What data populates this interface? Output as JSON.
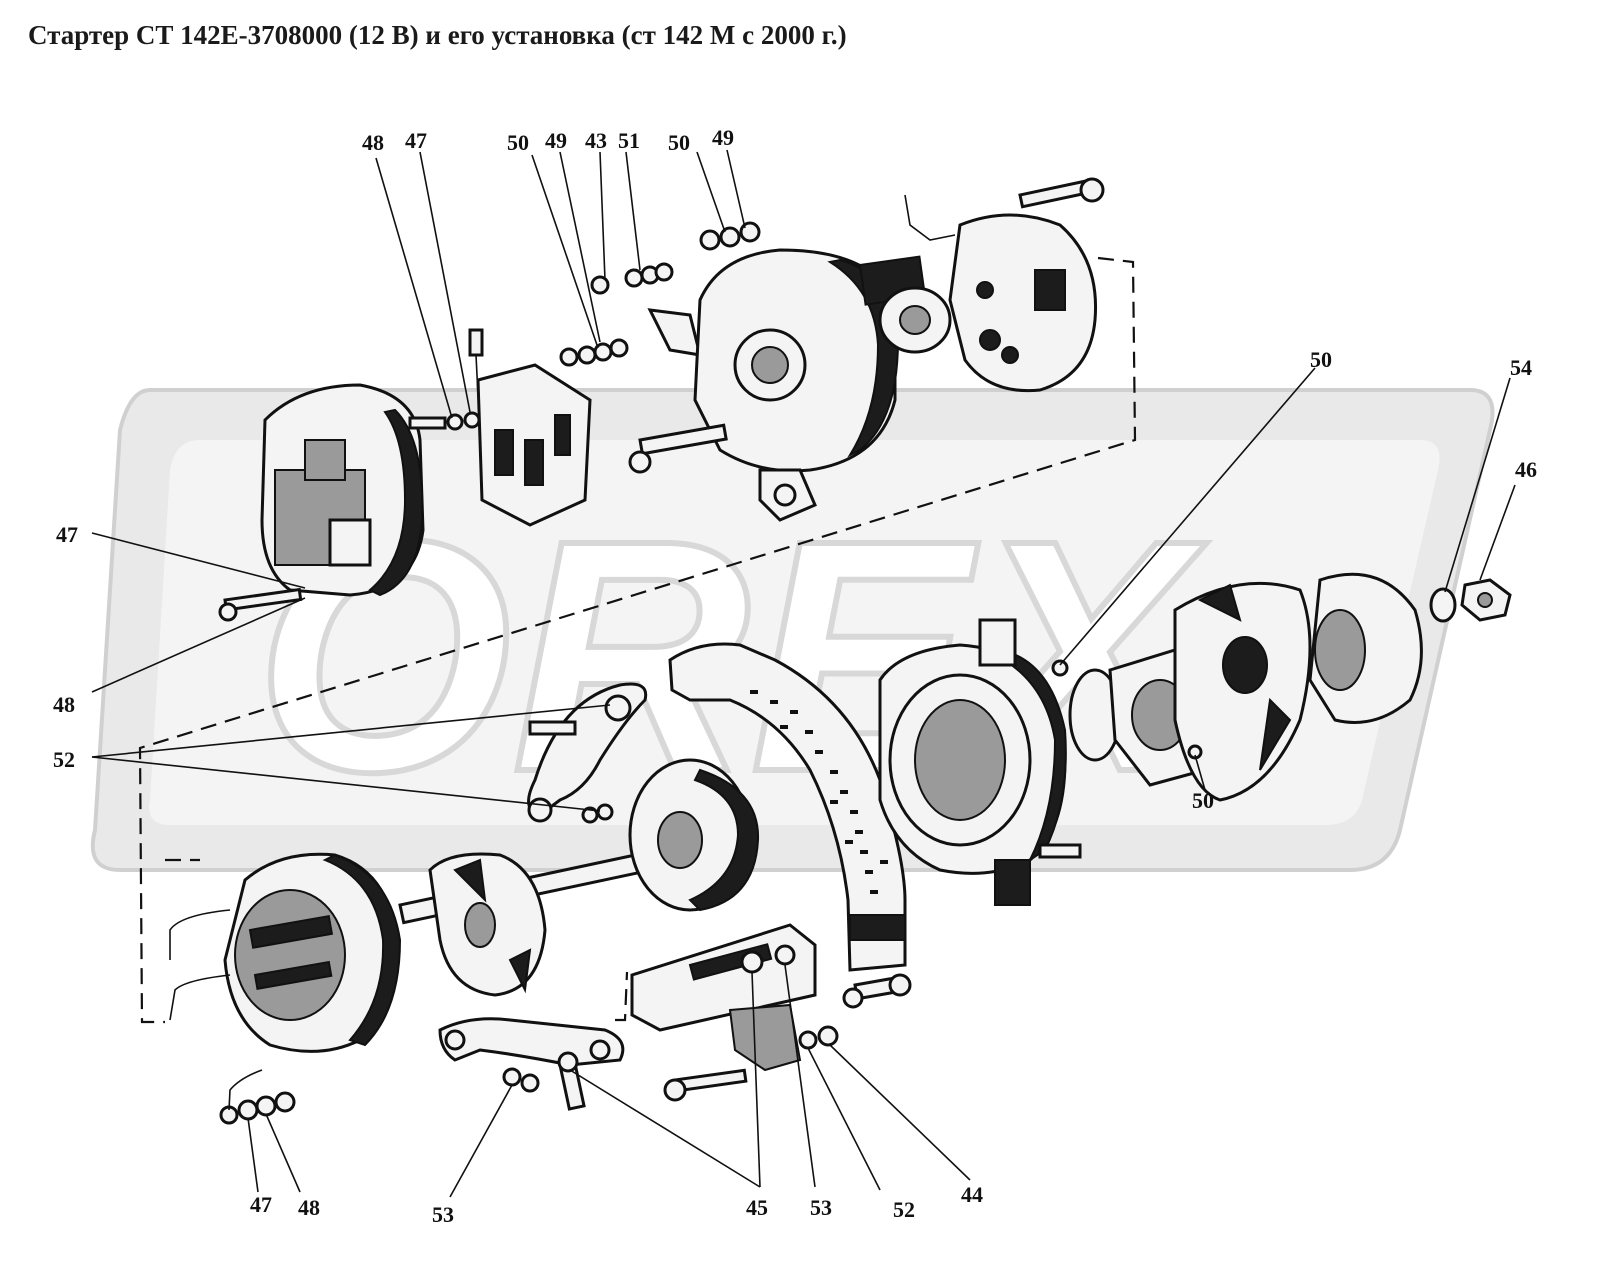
{
  "title": "Стартер СТ 142Е-3708000 (12 В) и его установка (ст 142 М с 2000 г.)",
  "watermark": "OREX",
  "callouts": [
    {
      "label": "48",
      "part": "top-left-screw"
    },
    {
      "label": "47",
      "part": "top-left-washer"
    },
    {
      "label": "50",
      "part": "top-nut-a"
    },
    {
      "label": "49",
      "part": "top-washer-a"
    },
    {
      "label": "43",
      "part": "top-nut-b"
    },
    {
      "label": "51",
      "part": "top-washer-b"
    },
    {
      "label": "50",
      "part": "top-nut-c"
    },
    {
      "label": "49",
      "part": "top-washer-c"
    },
    {
      "label": "50",
      "part": "right-bolt-upper"
    },
    {
      "label": "54",
      "part": "spring-washer"
    },
    {
      "label": "46",
      "part": "shaft-nut"
    },
    {
      "label": "47",
      "part": "left-washer"
    },
    {
      "label": "48",
      "part": "left-screw"
    },
    {
      "label": "52",
      "part": "bracket"
    },
    {
      "label": "50",
      "part": "right-bolt-lower"
    },
    {
      "label": "47",
      "part": "bottom-washer"
    },
    {
      "label": "48",
      "part": "bottom-nut"
    },
    {
      "label": "53",
      "part": "bottom-washer-a"
    },
    {
      "label": "45",
      "part": "bottom-bolts"
    },
    {
      "label": "53",
      "part": "bottom-washer-b"
    },
    {
      "label": "52",
      "part": "bottom-spring-washer"
    },
    {
      "label": "44",
      "part": "bottom-nut-right"
    }
  ]
}
